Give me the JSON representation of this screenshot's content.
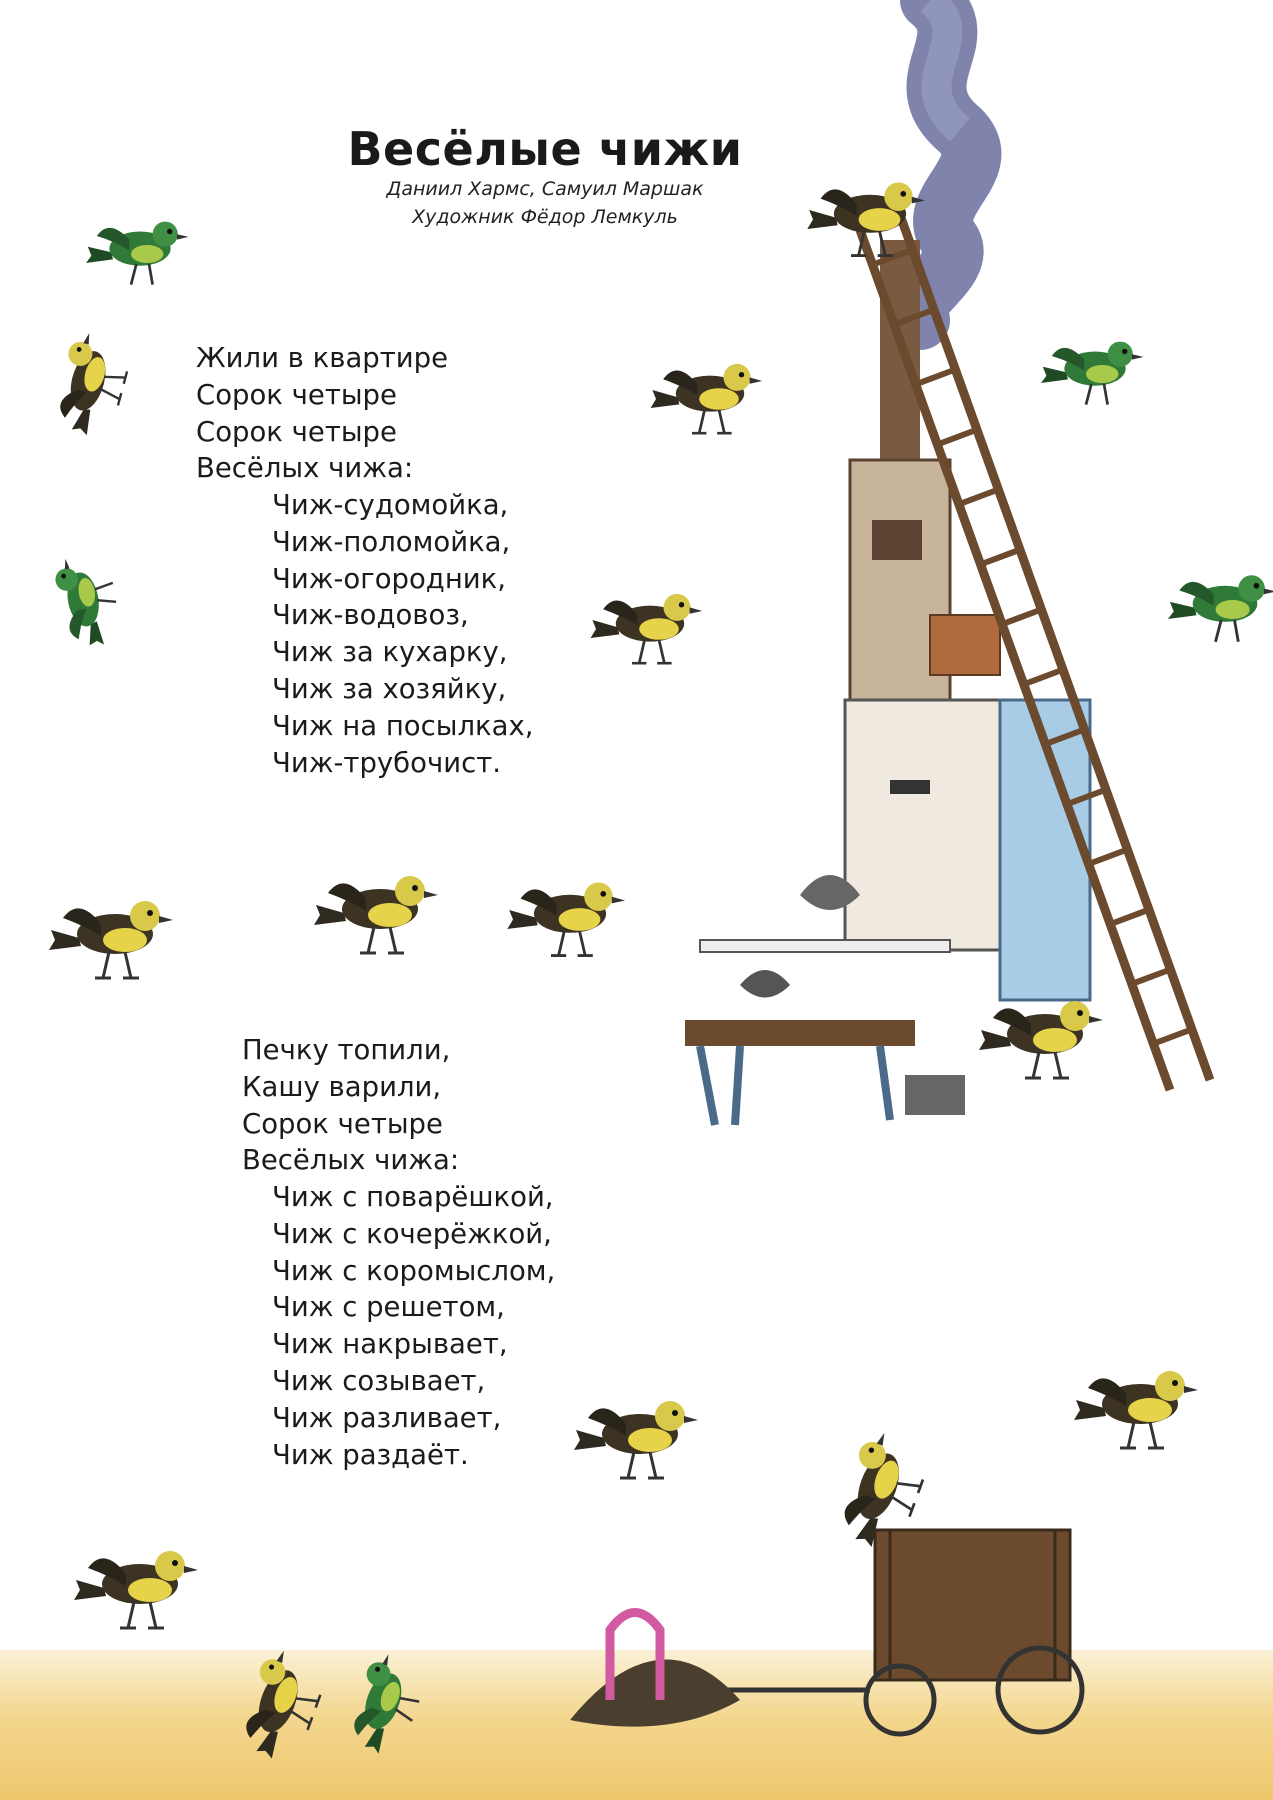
{
  "header": {
    "title": "Весёлые чижи",
    "authors": "Даниил Хармс, Самуил Маршак",
    "illustrator": "Художник Фёдор Лемкуль"
  },
  "poem": {
    "stanza1_intro": [
      "Жили в квартире",
      "Сорок четыре",
      "Сорок четыре",
      "Весёлых чижа:"
    ],
    "stanza1_list": [
      "Чиж-судомойка,",
      "Чиж-поломойка,",
      "Чиж-огородник,",
      "Чиж-водовоз,",
      "Чиж за кухарку,",
      "Чиж за хозяйку,",
      "Чиж на посылках,",
      "Чиж-трубочист."
    ],
    "stanza2_intro": [
      "Печку топили,",
      "Кашу варили,",
      "Сорок четыре",
      "Весёлых чижа:"
    ],
    "stanza2_list": [
      "Чиж с поварёшкой,",
      "Чиж с кочерёжкой,",
      "Чиж с коромыслом,",
      "Чиж с решетом,",
      "Чиж накрывает,",
      "Чиж созывает,",
      "Чиж разливает,",
      "Чиж раздаёт."
    ]
  },
  "illustration": {
    "colors": {
      "bird_dark": "#3d3323",
      "bird_green": "#2f7a36",
      "bird_yellow": "#e6d34a",
      "stove": "#efe9df",
      "ladder": "#6b4a2e",
      "smoke": "#6a6f9e",
      "sand": "#f0cf7a"
    }
  }
}
